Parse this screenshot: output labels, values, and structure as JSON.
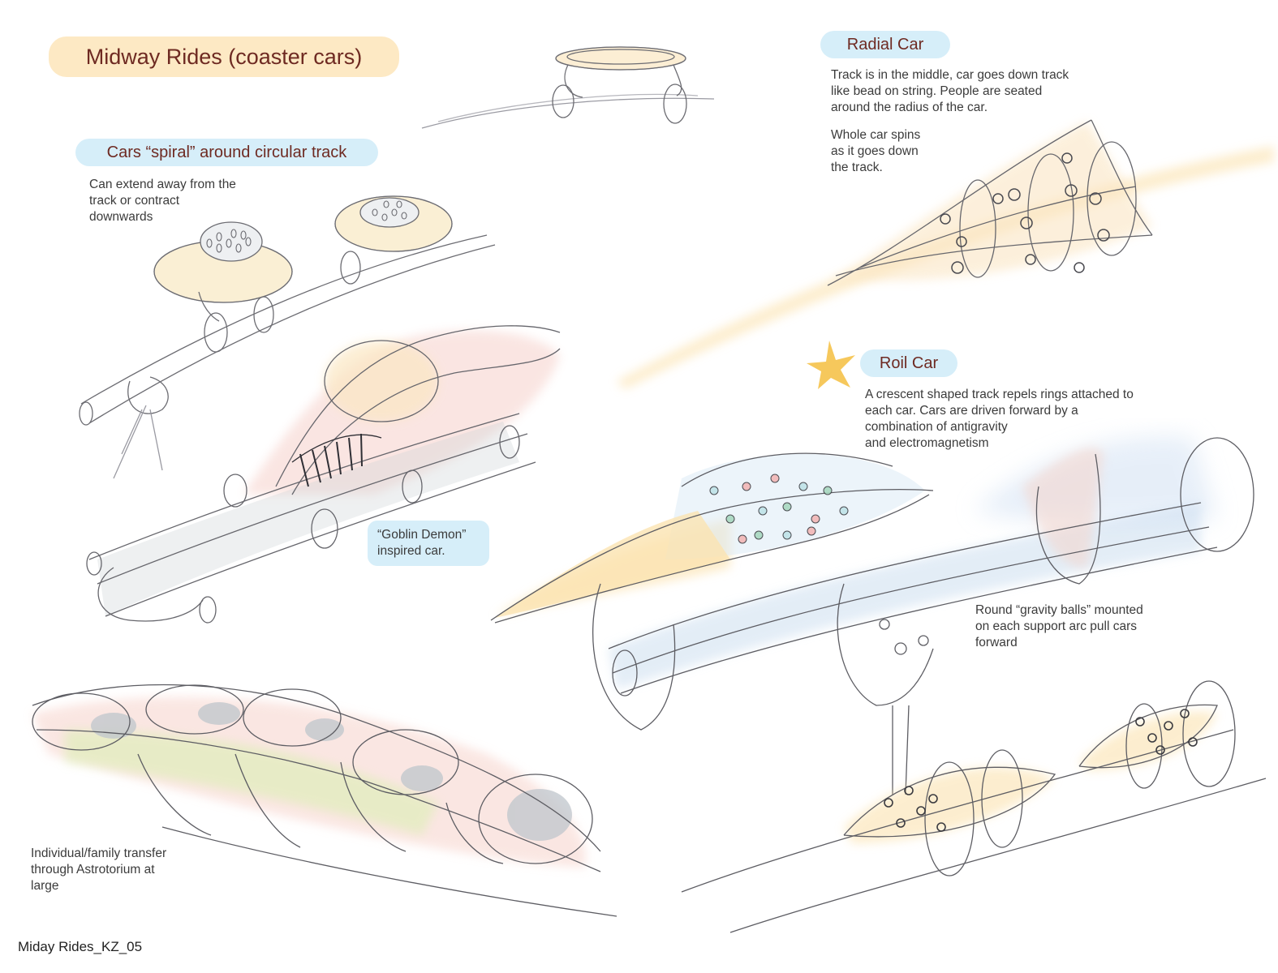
{
  "page_title": "Midway Rides (coaster cars)",
  "sections": {
    "spiral": {
      "label": "Cars “spiral” around circular track",
      "note": "Can extend away from the\ntrack or contract\ndownwards"
    },
    "goblin": {
      "note": "“Goblin Demon”\ninspired car."
    },
    "radial": {
      "label": "Radial Car",
      "note1": "Track is in the middle, car goes down track\nlike bead on string.  People are seated\naround the radius of the car.",
      "note2": "Whole car spins\nas it goes down\nthe track."
    },
    "roil": {
      "label": "Roil Car",
      "note": "A crescent shaped track repels rings attached to\neach car.  Cars are driven forward by a\ncombination of antigravity\nand electromagnetism"
    },
    "gravity_balls": {
      "note": "Round “gravity balls” mounted\non each support arc pull cars\nforward"
    },
    "transfer": {
      "note": "Individual/family transfer\nthrough Astrotorium at\nlarge"
    }
  },
  "footer_label": "Miday Rides_KZ_05",
  "colors": {
    "title_pill": "#fde9c4",
    "label_pill": "#d6eef9",
    "label_text": "#6e2a22",
    "star": "#f5c24a"
  }
}
